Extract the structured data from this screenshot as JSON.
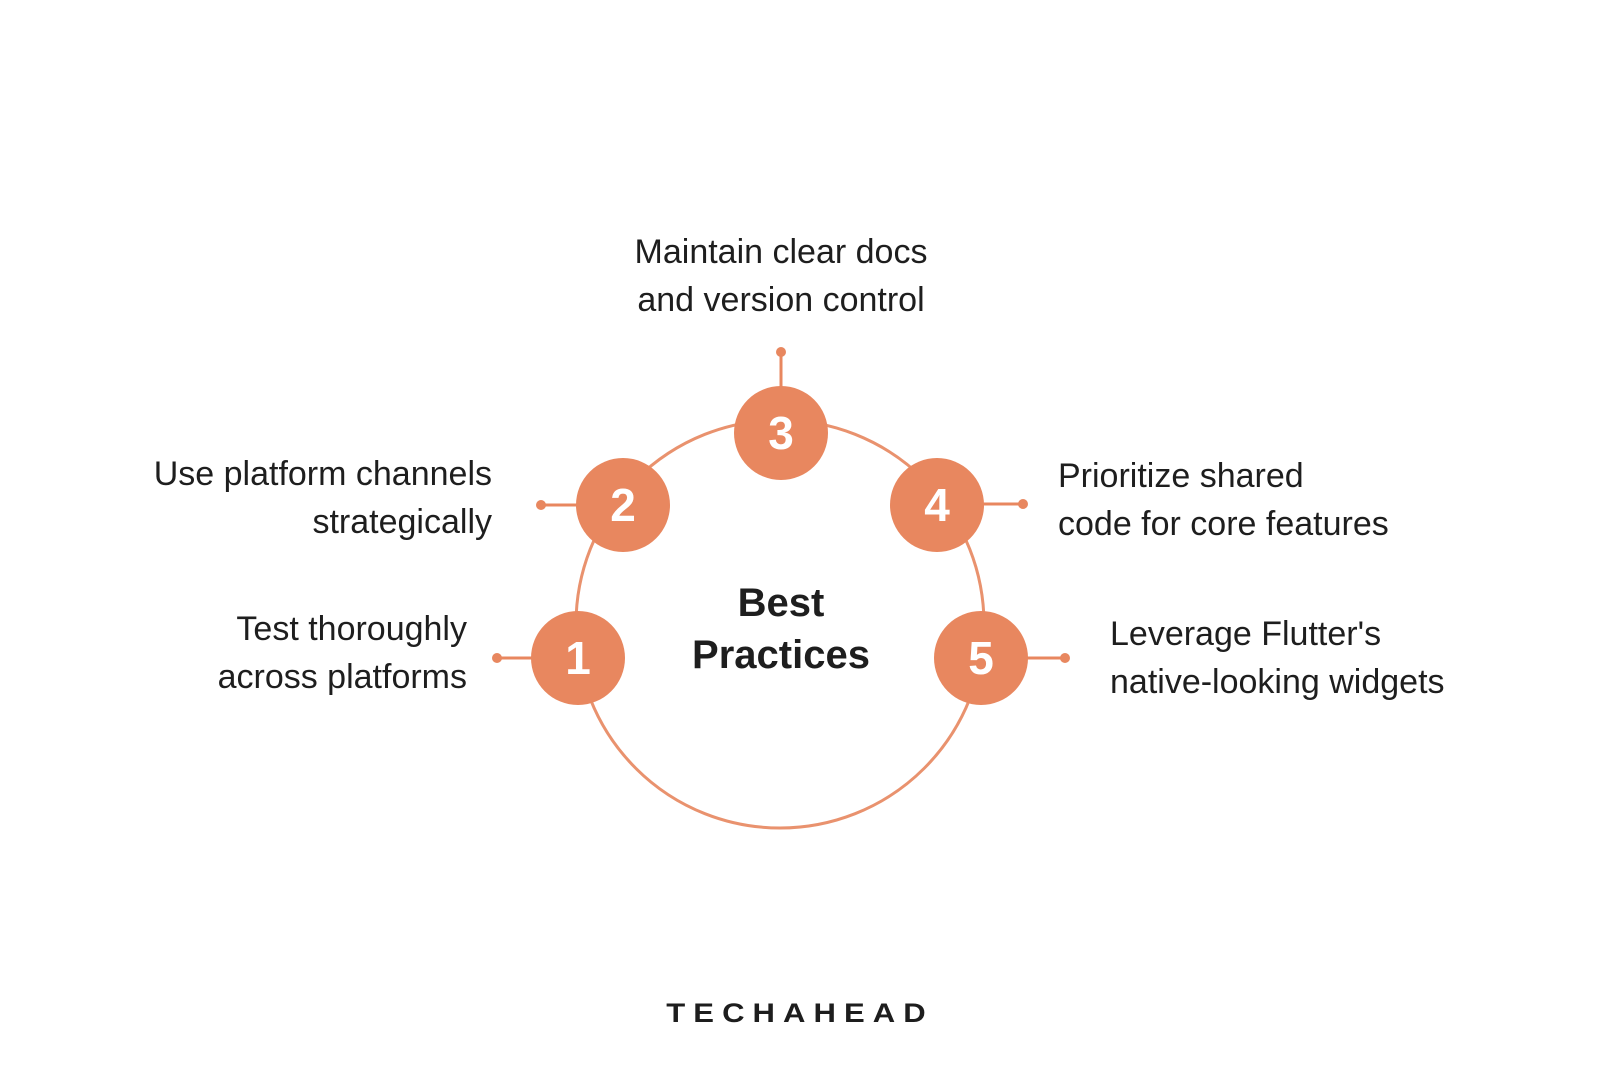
{
  "title": {
    "line1": "Best",
    "line2": "Practices"
  },
  "nodes": [
    {
      "number": "1",
      "label_line1": "Test thoroughly",
      "label_line2": "across platforms"
    },
    {
      "number": "2",
      "label_line1": "Use platform channels",
      "label_line2": "strategically"
    },
    {
      "number": "3",
      "label_line1": "Maintain clear docs",
      "label_line2": "and version control"
    },
    {
      "number": "4",
      "label_line1": "Prioritize shared",
      "label_line2": "code for core features"
    },
    {
      "number": "5",
      "label_line1": "Leverage Flutter's",
      "label_line2": "native-looking widgets"
    }
  ],
  "footer": {
    "brand": "TECHAHEAD"
  },
  "colors": {
    "node_fill": "#E8875F",
    "ring_stroke": "#E9926E",
    "text_color": "#1E1E1E",
    "number_color": "#FFFFFF",
    "background": "#FFFFFF"
  }
}
